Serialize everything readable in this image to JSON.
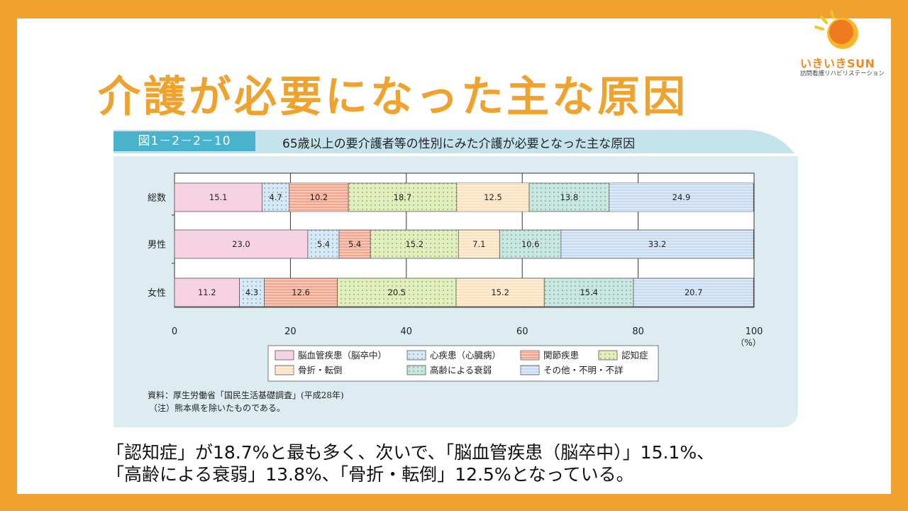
{
  "logo": {
    "brand": "いきいきSUN",
    "sub": "訪問看護リハビリステーション"
  },
  "title": "介護が必要になった主な原因",
  "figure": {
    "number": "図1－2－2－10",
    "caption": "65歳以上の要介護者等の性別にみた介護が必要となった主な原因"
  },
  "chart_data": {
    "type": "bar",
    "orientation": "horizontal-stacked-100",
    "categories": [
      "総数",
      "男性",
      "女性"
    ],
    "series": [
      {
        "name": "脳血管疾患（脳卒中）",
        "values": [
          15.1,
          23.0,
          11.2
        ],
        "color": "#f6d2e2",
        "pattern": "none"
      },
      {
        "name": "心疾患（心臓病）",
        "values": [
          4.7,
          5.4,
          4.3
        ],
        "color": "#d7e8f7",
        "pattern": "dots"
      },
      {
        "name": "関節疾患",
        "values": [
          10.2,
          5.4,
          12.6
        ],
        "color": "#f2a58c",
        "pattern": "hlines"
      },
      {
        "name": "認知症",
        "values": [
          18.7,
          15.2,
          20.5
        ],
        "color": "#e4eeb8",
        "pattern": "dots"
      },
      {
        "name": "骨折・転倒",
        "values": [
          12.5,
          7.1,
          15.2
        ],
        "color": "#fde1bd",
        "pattern": "hlines"
      },
      {
        "name": "高齢による衰弱",
        "values": [
          13.8,
          10.6,
          15.4
        ],
        "color": "#c8e7de",
        "pattern": "dots"
      },
      {
        "name": "その他・不明・不詳",
        "values": [
          24.9,
          33.2,
          20.7
        ],
        "color": "#c6daf2",
        "pattern": "hlines"
      }
    ],
    "labels": [
      [
        "15.1",
        "4.7",
        "10.2",
        "18.7",
        "12.5",
        "13.8",
        "24.9"
      ],
      [
        "23.0",
        "5.4",
        "5.4",
        "15.2",
        "7.1",
        "10.6",
        "33.2"
      ],
      [
        "11.2",
        "4.3",
        "12.6",
        "20.5",
        "15.2",
        "15.4",
        "20.7"
      ]
    ],
    "xlim": [
      0,
      100
    ],
    "xticks": [
      "0",
      "20",
      "40",
      "60",
      "80",
      "100"
    ],
    "xunit": "（%）",
    "grid": true,
    "legend_position": "bottom"
  },
  "source": {
    "line1": "資料：厚生労働省「国民生活基礎調査」(平成28年)",
    "line2": "（注）熊本県を除いたものである。"
  },
  "summary": {
    "line1": "「認知症」が18.7%と最も多く、次いで、「脳血管疾患（脳卒中）」15.1%、",
    "line2": "「高齢による衰弱」13.8%、「骨折・転倒」12.5%となっている。"
  }
}
